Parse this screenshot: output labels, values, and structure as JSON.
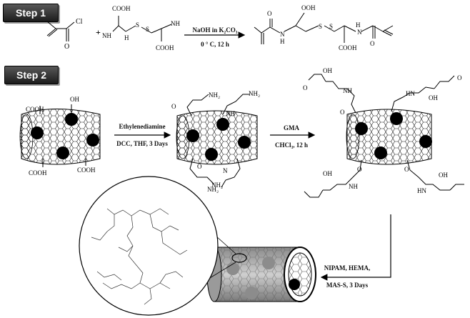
{
  "step1": {
    "badge": "Step 1",
    "plus": "+",
    "reagent": {
      "cl": "Cl",
      "o": "O"
    },
    "cystine": {
      "cooh": "COOH",
      "nh2": "NH",
      "h2": "H",
      "s": "S"
    },
    "condition_top": "NaOH in K₂CO₃",
    "condition_bottom": "0 ° C, 12 h",
    "product": {
      "ooh": "OOH",
      "h": "H",
      "n": "N",
      "o": "O",
      "s": "S",
      "cooh": "COOH"
    }
  },
  "step2": {
    "badge": "Step 2",
    "cnt1": {
      "label": "COOH",
      "oh": "OH"
    },
    "arrow1": {
      "top": "Ethylenediamine",
      "bottom": "DCC, THF, 3 Days"
    },
    "cnt2": {
      "nh2": "NH₂",
      "nh": "NH",
      "o": "O",
      "n": "N"
    },
    "arrow2": {
      "top": "GMA",
      "bottom": "CHCl₃, 12 h"
    },
    "cnt3": {
      "oh": "OH",
      "o": "O",
      "hn": "HN",
      "nh": "NH"
    },
    "arrow3": {
      "top": "NIPAM, HEMA,",
      "bottom": "MAS-S, 3 Days"
    }
  }
}
